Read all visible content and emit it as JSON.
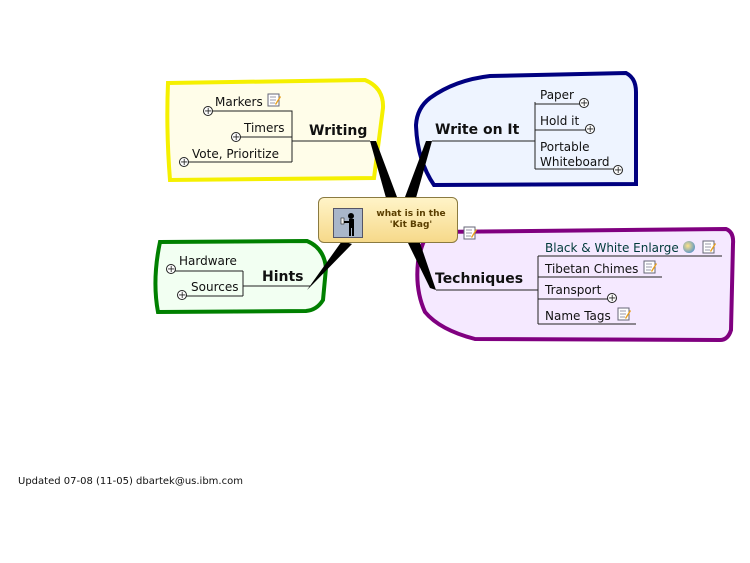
{
  "central": {
    "label": "what is in the 'Kit Bag'"
  },
  "branches": {
    "writing": {
      "label": "Writing",
      "children": [
        "Markers",
        "Timers",
        "Vote, Prioritize"
      ],
      "color": "#ffff00"
    },
    "write_on_it": {
      "label": "Write on It",
      "children": [
        "Paper",
        "Hold it",
        "Portable Whiteboard"
      ],
      "color": "#000080"
    },
    "hints": {
      "label": "Hints",
      "children": [
        "Hardware",
        "Sources"
      ],
      "color": "#008000"
    },
    "techniques": {
      "label": "Techniques",
      "children": [
        "Black & White Enlarge",
        "Tibetan Chimes",
        "Transport",
        "Name Tags"
      ],
      "color": "#800080"
    }
  },
  "footer": {
    "text": "Updated 07-08 (11-05) dbartek@us.ibm.com"
  },
  "icons": {
    "note": "note-icon",
    "expand": "expand-icon",
    "link": "web-link-icon",
    "person": "person-icon"
  },
  "symbols": {
    "plus": "+"
  }
}
